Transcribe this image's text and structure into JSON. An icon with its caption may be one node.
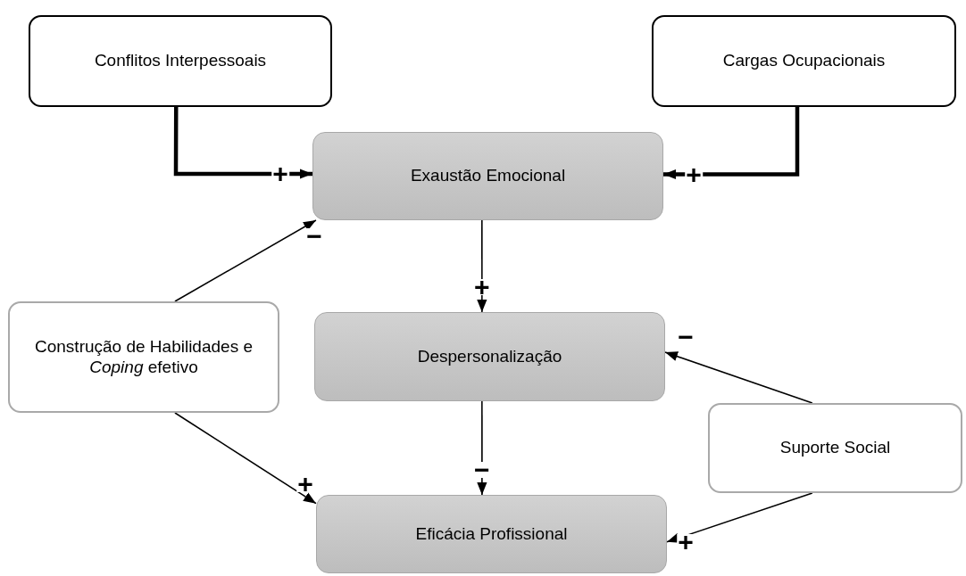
{
  "diagram": {
    "nodes": [
      {
        "text": [
          "Conflitos Interpessoais"
        ]
      },
      {
        "text": [
          "Cargas Ocupacionais"
        ]
      },
      {
        "text": [
          "Exaustão Emocional"
        ]
      },
      {
        "text": [
          "Construção de Habilidades e *Coping* efetivo"
        ]
      },
      {
        "text": [
          "Despersonalização"
        ]
      },
      {
        "text": [
          "Suporte Social"
        ]
      },
      {
        "text": [
          "Eficácia Profissional"
        ]
      }
    ],
    "edges": [
      {
        "from": 0,
        "to": 2,
        "arrow": "to",
        "label": "+",
        "style": "thick"
      },
      {
        "from": 1,
        "to": 2,
        "arrow": "to",
        "label": "+",
        "style": "thick"
      },
      {
        "from": 2,
        "to": 4,
        "arrow": "to",
        "label": "+"
      },
      {
        "from": 4,
        "to": 6,
        "arrow": "to",
        "label": "−"
      },
      {
        "from": 3,
        "to": 2,
        "arrow": "to",
        "label": "−"
      },
      {
        "from": 3,
        "to": 6,
        "arrow": "to",
        "label": "+"
      },
      {
        "from": 5,
        "to": 4,
        "arrow": "to",
        "label": "−"
      },
      {
        "from": 5,
        "to": 6,
        "arrow": "to",
        "label": "+"
      }
    ]
  }
}
